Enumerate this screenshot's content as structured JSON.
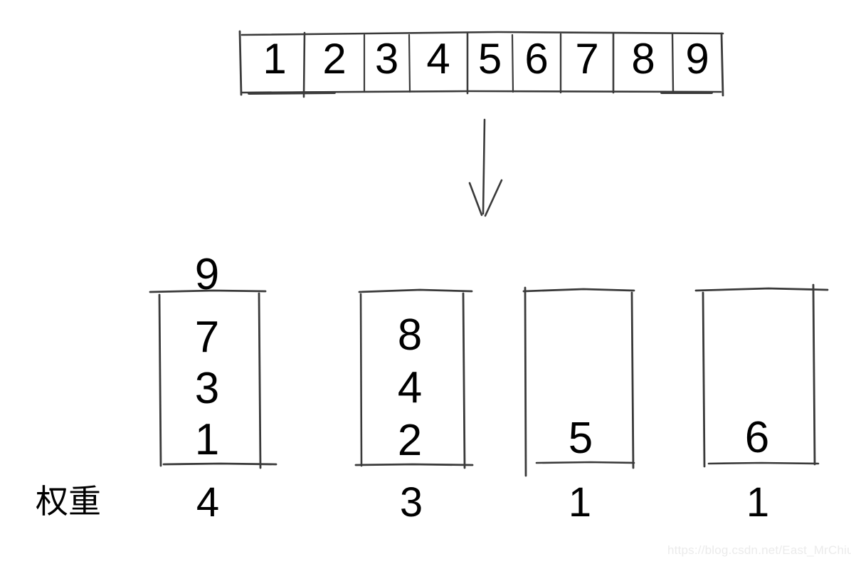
{
  "diagram": {
    "title_watermark": "https://blog.csdn.net/East_MrChiu",
    "stroke_color": "#3a3a3a",
    "text_color": "#000000",
    "background": "#ffffff",
    "array": {
      "name": "input-array",
      "cells": [
        {
          "label": "1",
          "bold": false
        },
        {
          "label": "2",
          "bold": false
        },
        {
          "label": "3",
          "bold": false
        },
        {
          "label": "4",
          "bold": false
        },
        {
          "label": "5",
          "bold": false
        },
        {
          "label": "6",
          "bold": false
        },
        {
          "label": "7",
          "bold": false
        },
        {
          "label": "8",
          "bold": false
        },
        {
          "label": "9",
          "bold": true
        }
      ]
    },
    "arrow": {
      "name": "down-arrow",
      "direction": "down"
    },
    "weights_label": "权重",
    "groups": [
      {
        "name": "group-1",
        "outside_top_value": "9",
        "items": [
          "7",
          "3",
          "1"
        ],
        "weight": "4"
      },
      {
        "name": "group-2",
        "outside_top_value": "",
        "items": [
          "8",
          "4",
          "2"
        ],
        "weight": "3"
      },
      {
        "name": "group-3",
        "outside_top_value": "",
        "items": [
          "5"
        ],
        "weight": "1"
      },
      {
        "name": "group-4",
        "outside_top_value": "",
        "items": [
          "6"
        ],
        "weight": "1"
      }
    ]
  }
}
